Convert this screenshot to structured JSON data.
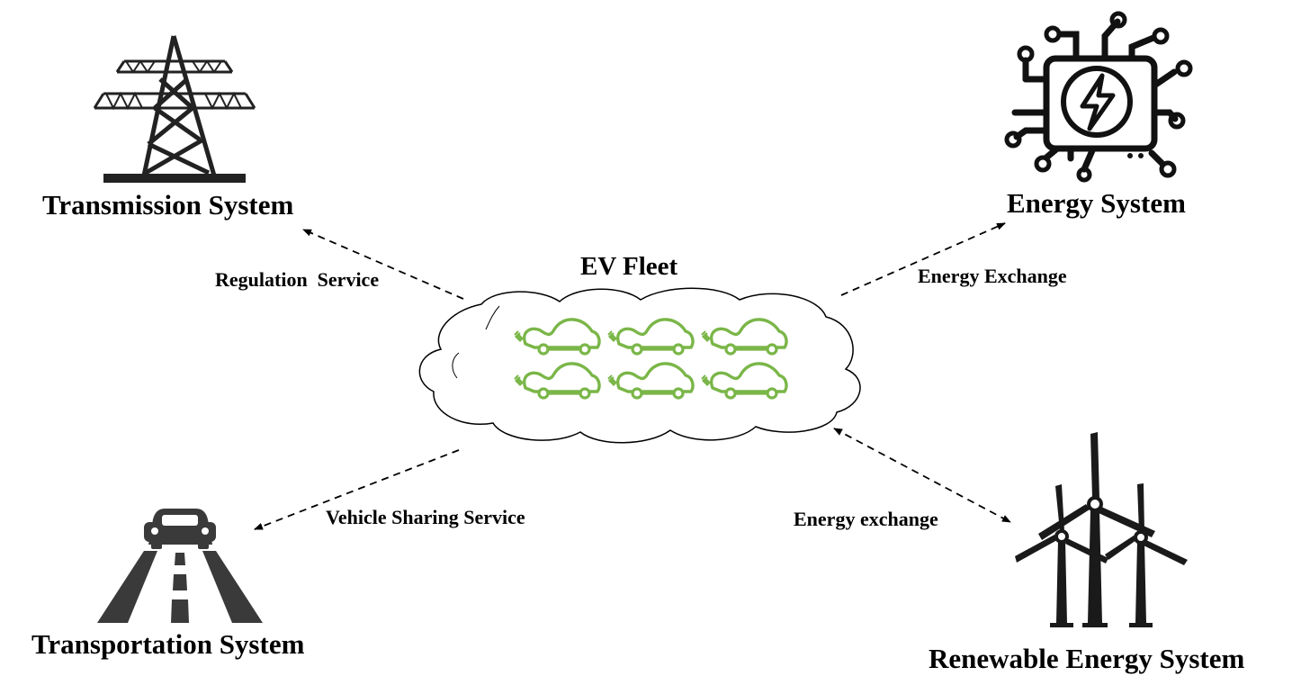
{
  "nodes": {
    "transmission": {
      "label": "Transmission System",
      "icon": "transmission-tower-icon"
    },
    "energy": {
      "label": "Energy System",
      "icon": "circuit-chip-bolt-icon"
    },
    "transportation": {
      "label": "Transportation System",
      "icon": "car-on-road-icon"
    },
    "renewable": {
      "label": "Renewable Energy System",
      "icon": "wind-turbine-icon"
    },
    "fleet": {
      "label": "EV Fleet",
      "icon": "electric-car-icon"
    }
  },
  "edges": [
    {
      "from": "fleet",
      "to": "transmission",
      "label": "Regulation  Service",
      "direction": "to"
    },
    {
      "from": "fleet",
      "to": "energy",
      "label": "Energy Exchange",
      "direction": "to"
    },
    {
      "from": "fleet",
      "to": "transportation",
      "label": "Vehicle Sharing Service",
      "direction": "to"
    },
    {
      "from": "fleet",
      "to": "renewable",
      "label": "Energy exchange",
      "direction": "both"
    }
  ],
  "colors": {
    "ev_green": "#7ab648",
    "icon_dark": "#222222",
    "line": "#000000"
  }
}
